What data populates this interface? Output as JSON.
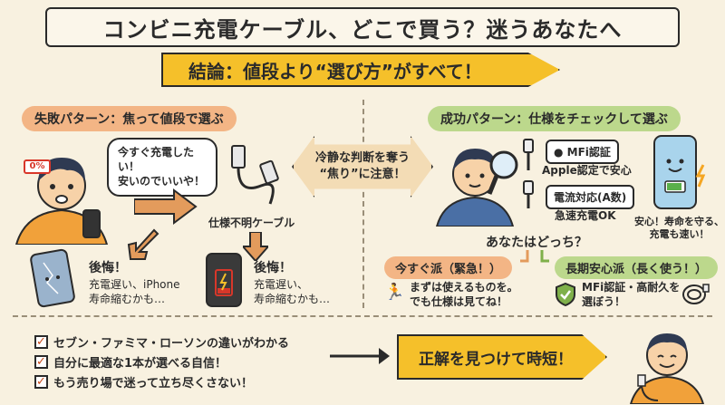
{
  "title": "コンビニ充電ケーブル、どこで買う？迷うあなたへ",
  "banner": "結論：値段より“選び方”がすべて！",
  "left": {
    "heading": "失敗パターン：焦って値段で選ぶ",
    "speech": [
      "今すぐ充電したい！",
      "安いのでいいや！"
    ],
    "battery_text": "0%",
    "cable_label": "仕様不明ケーブル",
    "regret1": {
      "title": "後悔！",
      "lines": [
        "充電遅い、iPhone",
        "寿命縮むかも…"
      ]
    },
    "regret2": {
      "title": "後悔！",
      "lines": [
        "充電遅い、",
        "寿命縮むかも…"
      ]
    }
  },
  "center_warning": [
    "冷静な判断を奪う",
    "“焦り”に注意！"
  ],
  "right": {
    "heading": "成功パターン：仕様をチェックして選ぶ",
    "mfi_badge": "MFi認証",
    "mfi_caption": "Apple認定で安心",
    "current_badge": "電流対応(A数)",
    "current_caption": "急速充電OK",
    "phone_caption": [
      "安心！寿命を守る、",
      "充電も速い！"
    ],
    "question": "あなたはどっち？",
    "now_heading": "今すぐ派（緊急！）",
    "now_text": [
      "まずは使えるものを。",
      "でも仕様は見てね！"
    ],
    "long_heading": "長期安心派（長く使う！）",
    "long_text": [
      "MFi認証・高耐久を",
      "選ぼう！"
    ]
  },
  "bottom": {
    "checks": [
      "セブン・ファミマ・ローソンの違いがわかる",
      "自分に最適な1本が選べる自信！",
      "もう売り場で迷って立ち尽くさない！"
    ],
    "result": "正解を見つけて時短！"
  },
  "colors": {
    "accent": "#f5c02a",
    "fail": "#f3b585",
    "success": "#bcd88c",
    "background": "#f8f1e0"
  }
}
